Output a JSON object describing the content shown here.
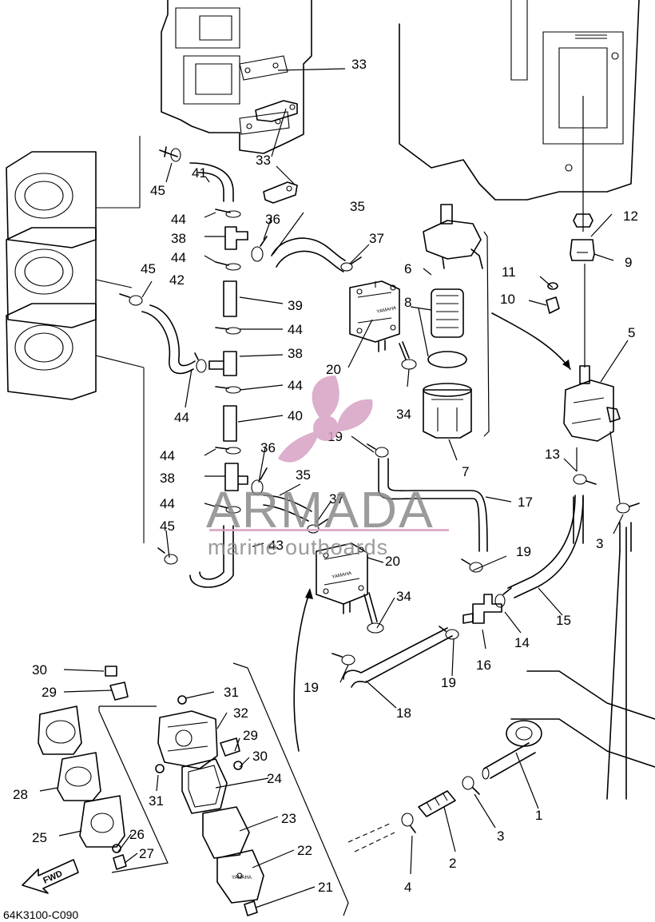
{
  "diagram": {
    "code": "64K3100-C090",
    "fwd_label": "FWD",
    "brand_on_pump": "YAMAHA"
  },
  "watermark": {
    "name": "ARMADA",
    "tagline": "marine outboards",
    "color": "#d6a2c4",
    "text_color": "#8a8a8a"
  },
  "callouts": {
    "c1": "1",
    "c2": "2",
    "c3a": "3",
    "c3b": "3",
    "c4": "4",
    "c5": "5",
    "c6": "6",
    "c7": "7",
    "c8": "8",
    "c9": "9",
    "c10": "10",
    "c11": "11",
    "c12": "12",
    "c13": "13",
    "c14": "14",
    "c15": "15",
    "c16": "16",
    "c17": "17",
    "c18": "18",
    "c19a": "19",
    "c19b": "19",
    "c19c": "19",
    "c19d": "19",
    "c20a": "20",
    "c20b": "20",
    "c21": "21",
    "c22": "22",
    "c23": "23",
    "c24": "24",
    "c25": "25",
    "c26": "26",
    "c27": "27",
    "c28": "28",
    "c29a": "29",
    "c29b": "29",
    "c30a": "30",
    "c30b": "30",
    "c31a": "31",
    "c31b": "31",
    "c32": "32",
    "c33a": "33",
    "c33b": "33",
    "c34a": "34",
    "c34b": "34",
    "c35a": "35",
    "c35b": "35",
    "c36a": "36",
    "c36b": "36",
    "c37a": "37",
    "c37b": "37",
    "c38a": "38",
    "c38b": "38",
    "c38c": "38",
    "c39": "39",
    "c40": "40",
    "c41": "41",
    "c42": "42",
    "c43": "43",
    "c44a": "44",
    "c44b": "44",
    "c44c": "44",
    "c44d": "44",
    "c44e": "44",
    "c44f": "44",
    "c45a": "45",
    "c45b": "45",
    "c45c": "45"
  }
}
